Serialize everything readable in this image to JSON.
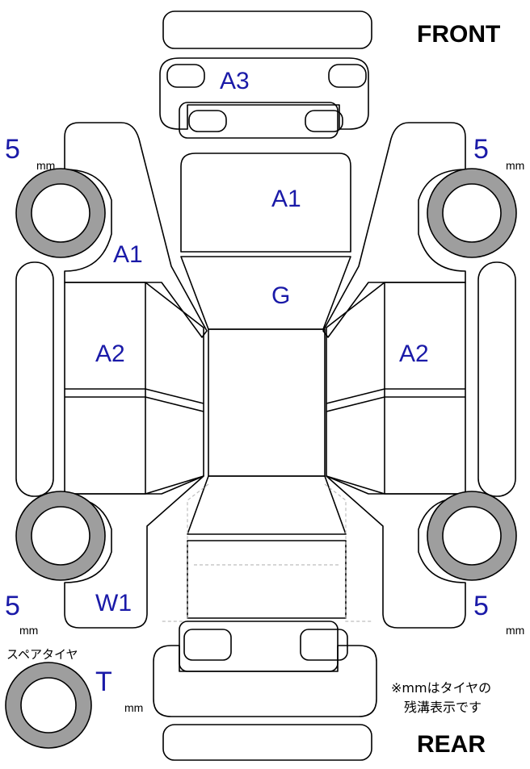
{
  "header": {
    "front_label": "FRONT",
    "rear_label": "REAR"
  },
  "panels": {
    "roof": "A1",
    "hood": "G",
    "front_bumper": "A3",
    "front_left_fender": "A1",
    "left_doors": "A2",
    "right_doors": "A2",
    "rear_left_quarter": "W1"
  },
  "tread_depth": {
    "unit": "mm",
    "front_left": "5",
    "front_right": "5",
    "rear_left": "5",
    "rear_right": "5"
  },
  "spare_tire": {
    "label": "スペアタイヤ",
    "value": "T",
    "unit": "mm"
  },
  "note": {
    "line1": "※mmはタイヤの",
    "line2": "残溝表示です"
  },
  "colors": {
    "label_blue": "#1a1aa8",
    "tire_gray": "#9e9e9e"
  }
}
